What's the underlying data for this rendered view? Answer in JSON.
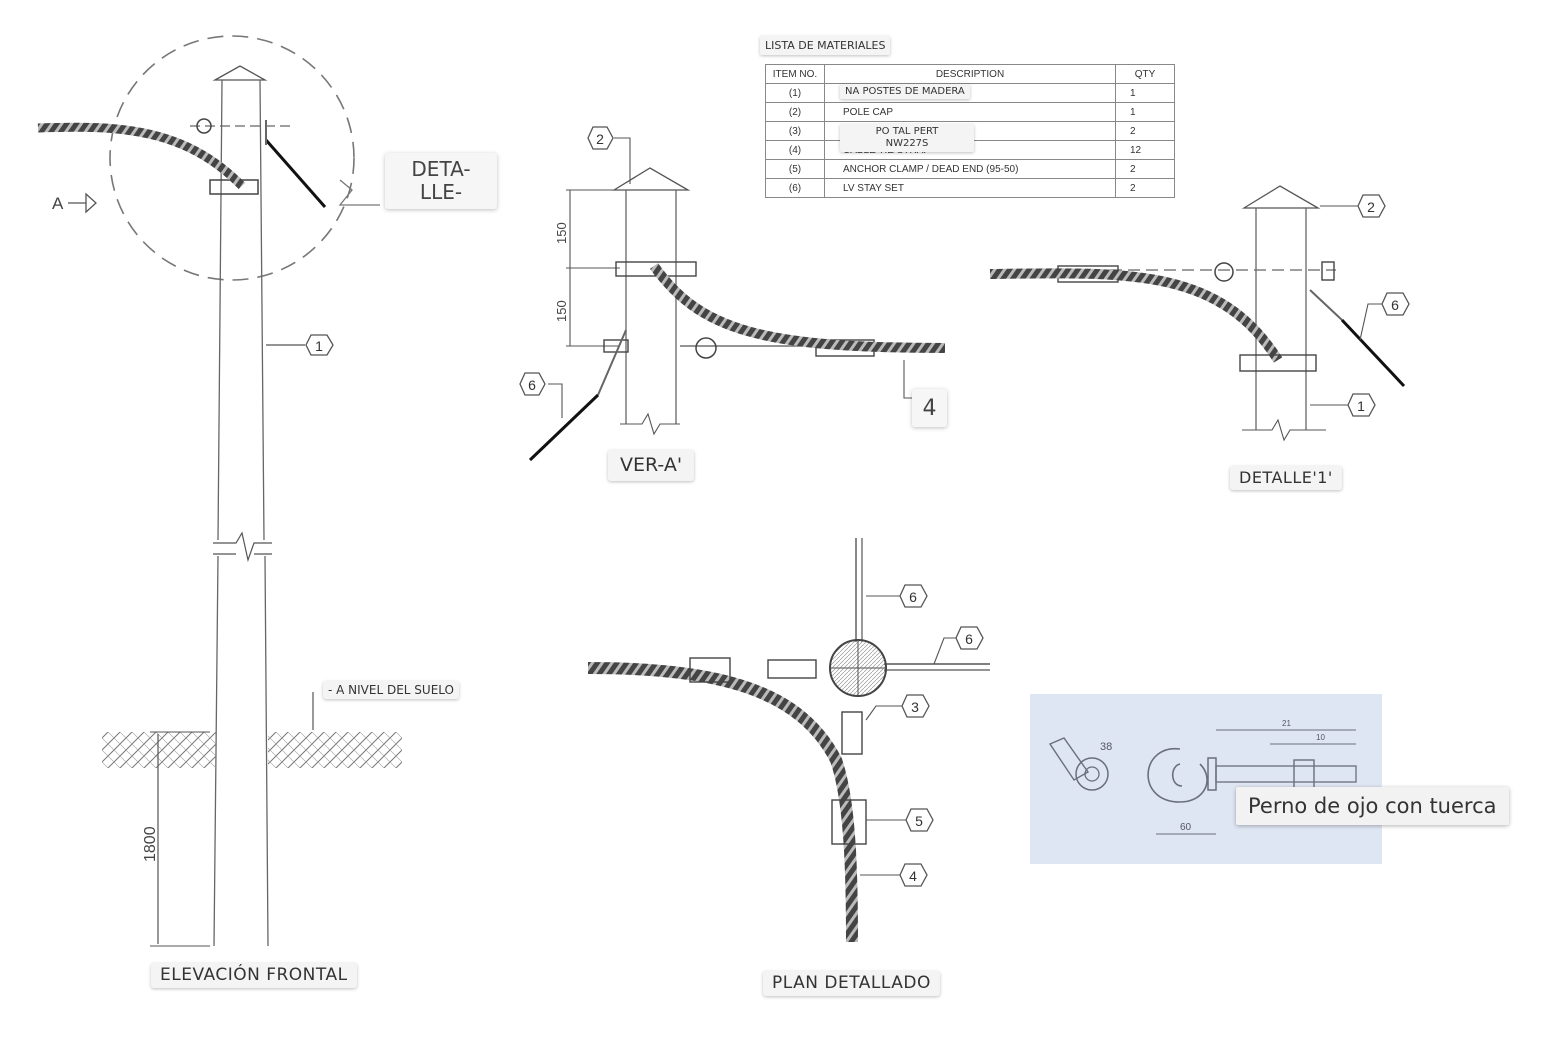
{
  "labels": {
    "detalle_callout_line1": "DETA-",
    "detalle_callout_line2": "LLE-",
    "view_a_arrow": "A",
    "ver_a": "VER-A'",
    "detalle_1": "DETALLE'1'",
    "elevacion_frontal": "ELEVACIÓN FRONTAL",
    "plan_detallado": "PLAN DETALLADO",
    "nivel_suelo": "- A NIVEL DEL SUELO",
    "eye_bolt": "Perno de ojo con tuerca",
    "callout_4": "4"
  },
  "dimensions": {
    "depth": "1800",
    "upper_150": "150",
    "lower_150": "150",
    "eyebolt_radius": "38",
    "eyebolt_len_a": "21",
    "eyebolt_len_b": "10",
    "eyebolt_60": "60"
  },
  "item_markers": {
    "elevation_pole": "1",
    "ver_cap": "2",
    "ver_stay": "6",
    "detail_cap": "2",
    "detail_stay": "6",
    "detail_pole": "1",
    "plan_stay_a": "6",
    "plan_stay_b": "6",
    "plan_strap": "3",
    "plan_clamp": "5",
    "plan_cable": "4"
  },
  "materials_table": {
    "title": "LISTA DE MATERIALES",
    "headers": [
      "ITEM NO.",
      "DESCRIPTION",
      "QTY"
    ],
    "rows": [
      {
        "item": "(1)",
        "description": "",
        "qty": "1"
      },
      {
        "item": "(2)",
        "description": "POLE CAP",
        "qty": "1"
      },
      {
        "item": "(3)",
        "description": "",
        "qty": "2"
      },
      {
        "item": "(4)",
        "description": "CABLE TIE STRAP",
        "qty": "12"
      },
      {
        "item": "(5)",
        "description": "ANCHOR CLAMP / DEAD END (95-50)",
        "qty": "2"
      },
      {
        "item": "(6)",
        "description": "LV STAY SET",
        "qty": "2"
      }
    ],
    "overlay_row1": "NA POSTES DE MADERA",
    "overlay_row3_line1": "PO TAL PERT",
    "overlay_row3_line2": "NW227S"
  }
}
